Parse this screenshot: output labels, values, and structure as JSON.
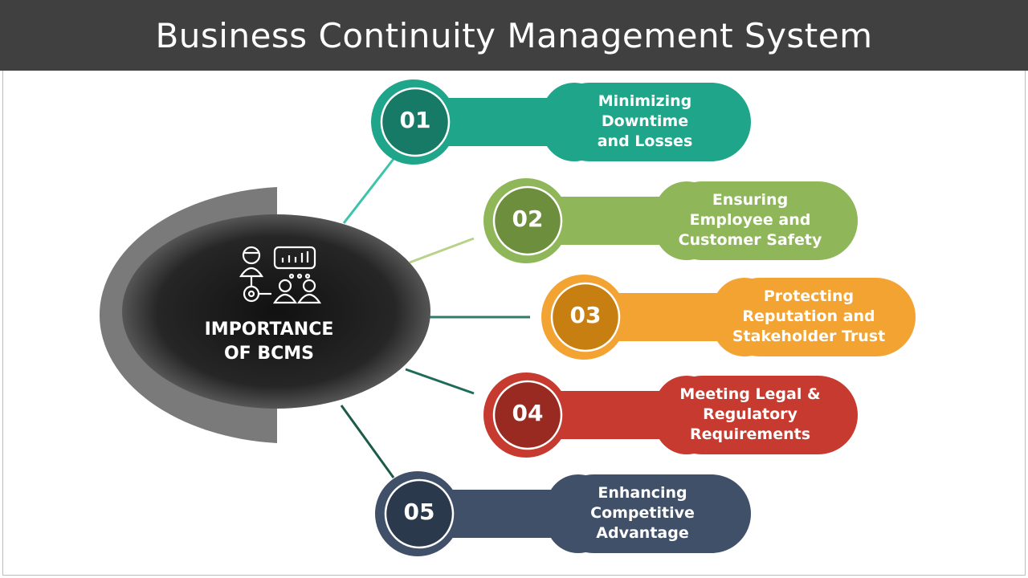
{
  "title": "Business Continuity Management System",
  "center": {
    "label_line1": "IMPORTANCE",
    "label_line2": "OF BCMS",
    "icon": "team-analytics-icon"
  },
  "items": [
    {
      "number": "01",
      "line1": "Minimizing",
      "line2": "Downtime",
      "line3": "and Losses",
      "color": "#1fa58a",
      "dark": "#177a67",
      "connector": "#3cc4aa"
    },
    {
      "number": "02",
      "line1": "Ensuring",
      "line2": "Employee and",
      "line3": "Customer Safety",
      "color": "#8fb658",
      "dark": "#6d8e3c",
      "connector": "#b7d38a"
    },
    {
      "number": "03",
      "line1": "Protecting",
      "line2": "Reputation and",
      "line3": "Stakeholder Trust",
      "color": "#f2a331",
      "dark": "#c87f12",
      "connector": "#2f7a6a"
    },
    {
      "number": "04",
      "line1": "Meeting Legal &",
      "line2": "Regulatory",
      "line3": "Requirements",
      "color": "#c63a2f",
      "dark": "#982a22",
      "connector": "#1f6b5a"
    },
    {
      "number": "05",
      "line1": "Enhancing",
      "line2": "Competitive",
      "line3": "Advantage",
      "color": "#3f5068",
      "dark": "#2b394d",
      "connector": "#1c5a4a"
    }
  ]
}
